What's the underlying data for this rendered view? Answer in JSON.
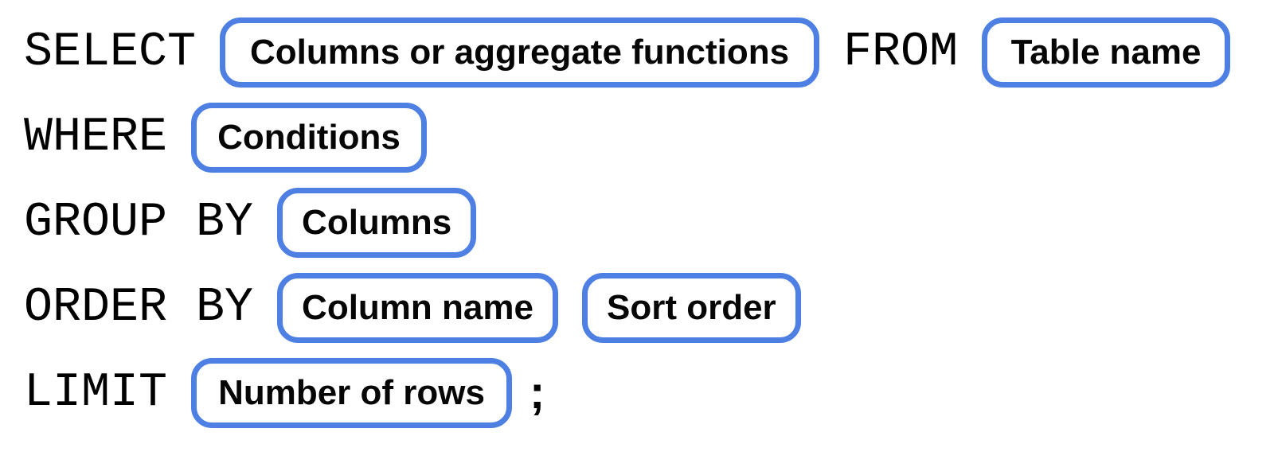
{
  "colors": {
    "accent": "#4e80e4",
    "kw-color": "#000000",
    "label-color": "#060606",
    "bg": "#ffffff"
  },
  "diagram": {
    "description": "SQL query syntax diagram",
    "rows": [
      {
        "segments": [
          {
            "type": "keyword",
            "text": "SELECT"
          },
          {
            "type": "box",
            "text": "Columns or aggregate functions"
          },
          {
            "type": "keyword",
            "text": "FROM"
          },
          {
            "type": "box",
            "text": "Table name"
          }
        ]
      },
      {
        "segments": [
          {
            "type": "keyword",
            "text": "WHERE"
          },
          {
            "type": "box",
            "text": "Conditions"
          }
        ]
      },
      {
        "segments": [
          {
            "type": "keyword",
            "text": "GROUP BY"
          },
          {
            "type": "box",
            "text": "Columns"
          }
        ]
      },
      {
        "segments": [
          {
            "type": "keyword",
            "text": "ORDER BY"
          },
          {
            "type": "box",
            "text": "Column name"
          },
          {
            "type": "box",
            "text": "Sort order"
          }
        ]
      },
      {
        "segments": [
          {
            "type": "keyword",
            "text": "LIMIT"
          },
          {
            "type": "box",
            "text": "Number of rows"
          },
          {
            "type": "punctuation",
            "text": ";"
          }
        ]
      }
    ]
  }
}
